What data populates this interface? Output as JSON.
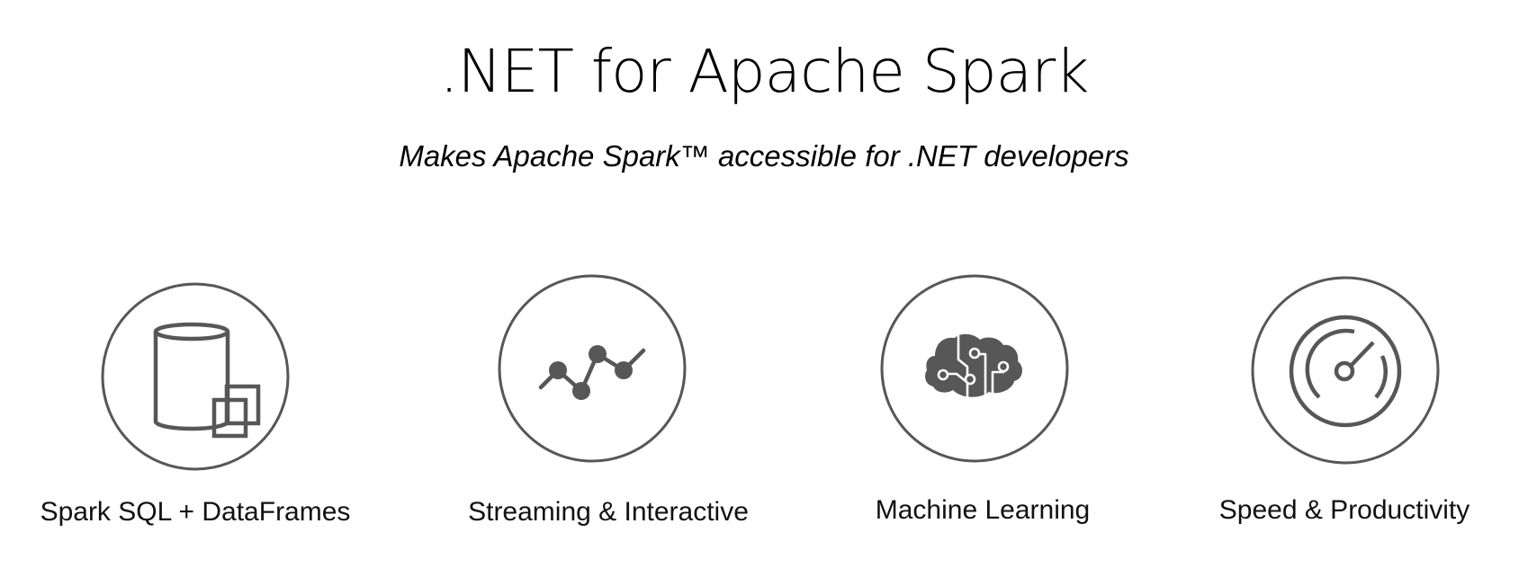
{
  "header": {
    "title": ".NET for Apache Spark",
    "subtitle": "Makes Apache Spark™ accessible for .NET developers"
  },
  "colors": {
    "icon_stroke": "#575757",
    "text": "#000000",
    "background": "#ffffff"
  },
  "features": [
    {
      "label": "Spark SQL + DataFrames",
      "icon": "database-icon"
    },
    {
      "label": "Streaming & Interactive",
      "icon": "line-chart-icon"
    },
    {
      "label": "Machine Learning",
      "icon": "brain-circuit-icon"
    },
    {
      "label": "Speed & Productivity",
      "icon": "speedometer-icon"
    }
  ]
}
